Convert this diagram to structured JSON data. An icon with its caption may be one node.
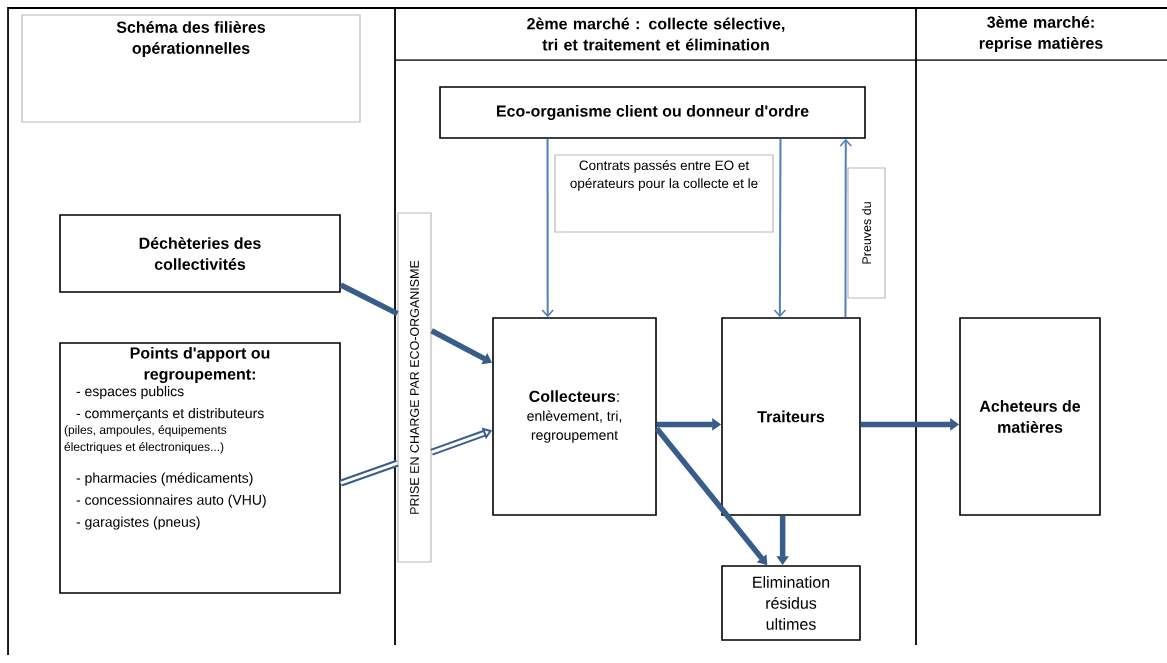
{
  "diagram": {
    "nodes": [
      {
        "text": [
          "Schéma des filières opérationnelles"
        ]
      },
      {
        "text": [
          "Eco-organisme client ou donneur d'ordre"
        ]
      },
      {
        "text": [
          "Contrats passés entre EO et opérateurs pour la collecte et le"
        ]
      },
      {
        "text": [
          "Preuves du"
        ]
      },
      {
        "text": [
          "Déchèteries des collectivités"
        ]
      },
      {
        "text": [
          "PRISE EN CHARGE PAR  ECO-ORGANISME"
        ]
      },
      {
        "text": [
          "Points d'apport ou regroupement:",
          "- espaces publics",
          "- commerçants et distributeurs",
          "(piles, ampoules, équipements électriques et électroniques...)",
          "- pharmacies (médicaments)",
          "- concessionnaires auto (VHU)",
          "- garagistes (pneus)"
        ]
      },
      {
        "text": [
          "**Collecteurs**:",
          "enlèvement, tri, regroupement"
        ]
      },
      {
        "text": [
          "Traiteurs"
        ]
      },
      {
        "text": [
          "Acheteurs de matières"
        ]
      },
      {
        "text": [
          "Elimination résidus ultimes"
        ]
      }
    ],
    "edges": [
      {
        "from": 1,
        "to": 7,
        "arrow": "to",
        "color": "#4f81bd"
      },
      {
        "from": 1,
        "to": 8,
        "arrow": "to",
        "color": "#4f81bd"
      },
      {
        "from": 8,
        "to": 1,
        "arrow": "to",
        "color": "#4f81bd"
      },
      {
        "from": 4,
        "to": 5,
        "arrow": "none"
      },
      {
        "from": 5,
        "to": 7,
        "arrow": "to"
      },
      {
        "from": 6,
        "to": 5,
        "arrow": "none"
      },
      {
        "from": 5,
        "to": 7,
        "arrow": "to"
      },
      {
        "from": 7,
        "to": 8,
        "arrow": "to"
      },
      {
        "from": 7,
        "to": 10,
        "arrow": "to"
      },
      {
        "from": 8,
        "to": 10,
        "arrow": "to"
      },
      {
        "from": 8,
        "to": 9,
        "arrow": "to"
      }
    ],
    "labels": [
      "2ème marché : collecte sélective, tri et traitement et élimination",
      "3ème marché: reprise matières"
    ]
  }
}
